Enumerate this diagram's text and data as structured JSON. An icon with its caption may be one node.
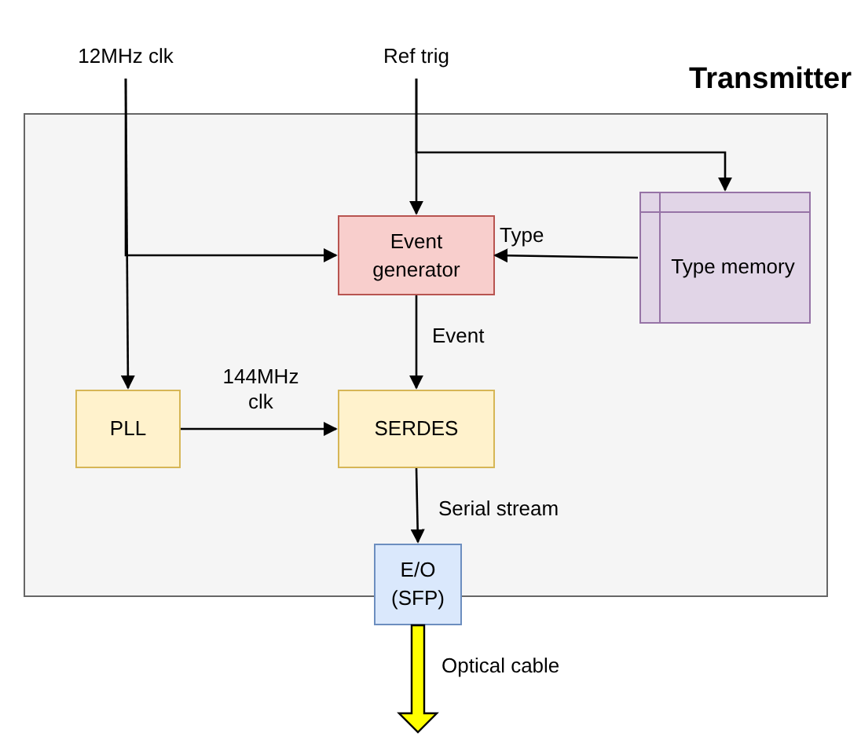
{
  "diagram": {
    "nodes": [
      {
        "text": [
          "Transmitter"
        ]
      },
      {
        "text": [
          "12MHz clk"
        ]
      },
      {
        "text": [
          "Ref trig"
        ]
      },
      {
        "text": [
          "Event generator"
        ],
        "in": 0
      },
      {
        "text": [
          "Type memory"
        ],
        "in": 0
      },
      {
        "text": [
          "PLL"
        ],
        "in": 0
      },
      {
        "text": [
          "SERDES"
        ],
        "in": 0
      },
      {
        "text": [
          "E/O (SFP)"
        ]
      }
    ],
    "edges": [
      {
        "from": 1,
        "to": 5,
        "arrow": "to"
      },
      {
        "from": 1,
        "to": 3,
        "arrow": "to"
      },
      {
        "from": 2,
        "to": 3,
        "arrow": "to"
      },
      {
        "from": 2,
        "to": 4,
        "arrow": "to"
      },
      {
        "from": 4,
        "to": 3,
        "arrow": "to",
        "label": "Type"
      },
      {
        "from": 3,
        "to": 6,
        "arrow": "to",
        "label": "Event"
      },
      {
        "from": 5,
        "to": 6,
        "arrow": "to",
        "label": "144MHz clk"
      },
      {
        "from": 6,
        "to": 7,
        "arrow": "to",
        "label": "Serial stream"
      },
      {
        "from": 7,
        "to": null,
        "arrow": "to",
        "label": "Optical cable",
        "style": "thick",
        "color": "#ffff00"
      }
    ]
  }
}
